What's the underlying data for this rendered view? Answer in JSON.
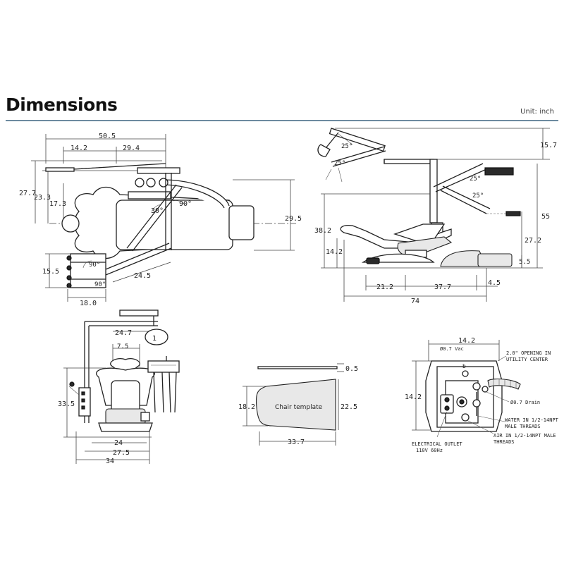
{
  "header": {
    "title": "Dimensions",
    "unit": "Unit: inch"
  },
  "top_view": {
    "overall_length": "50.5",
    "d1": "14.2",
    "d2": "29.4",
    "height_a": "27.7",
    "height_b": "23.3",
    "height_c": "17.3",
    "angle_a": "30°",
    "angle_b": "90°",
    "width_right": "29.5",
    "tray_height": "15.5",
    "tray_angle_a": "90°",
    "tray_angle_b": "90°",
    "arm_length": "24.5",
    "tray_width": "18.0"
  },
  "side_view": {
    "light_angle_a": "25°",
    "light_angle_b": "25°",
    "arm_angle_a": "25°",
    "arm_angle_b": "25°",
    "top_height": "15.7",
    "total_height": "55",
    "seat_height": "38.2",
    "low_height": "14.2",
    "back_height": "27.2",
    "base_height": "5.5",
    "front_len": "21.2",
    "mid_len": "37.7",
    "rear_len": "4.5",
    "total_len": "74"
  },
  "front_view": {
    "arm_span": "24.7",
    "head_width": "7.5",
    "height": "33.5",
    "base_inner": "24",
    "base_mid": "27.5",
    "base_total": "34",
    "light_label": "1"
  },
  "template": {
    "thickness": "0.5",
    "left_height": "18.2",
    "right_height": "22.5",
    "length": "33.7",
    "label": "Chair template"
  },
  "utility": {
    "width": "14.2",
    "height": "14.2",
    "vac": "Ø0.7 Vac",
    "opening_l1": "2.0\" OPENING IN",
    "opening_l2": "UTILITY CENTER",
    "drain": "Ø0.7 Drain",
    "water_l1": "WATER IN 1/2-14NPT",
    "water_l2": "MALE THREADS",
    "air_l1": "AIR IN 1/2-14NPT MALE",
    "air_l2": "THREADS",
    "outlet_l1": "ELECTRICAL OUTLET",
    "outlet_l2": "110V 60Hz",
    "label_b": "b"
  }
}
